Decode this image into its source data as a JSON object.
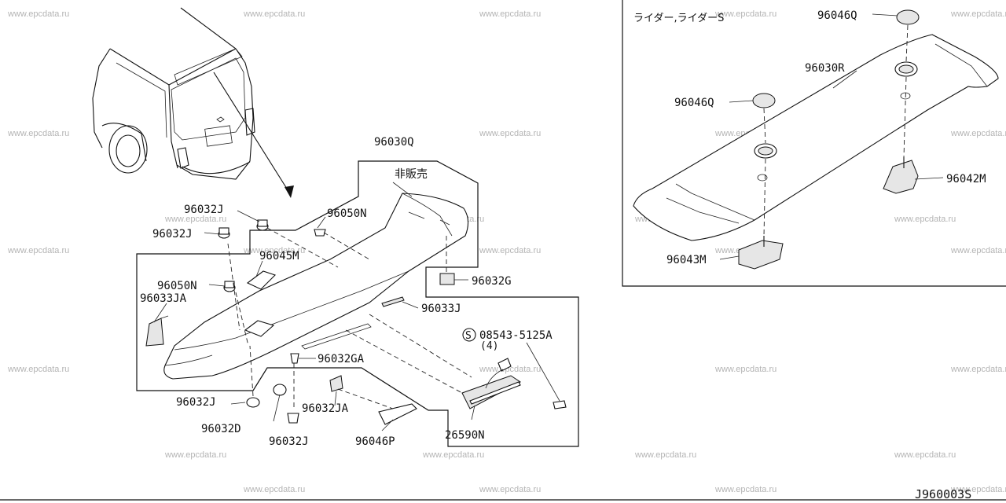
{
  "watermark": "www.epcdata.ru",
  "diagram_code": "J960003S",
  "inset": {
    "title": "ライダー,ライダーS",
    "labels": {
      "p96046Q_top": "96046Q",
      "p96030R": "96030R",
      "p96046Q_left": "96046Q",
      "p96042M": "96042M",
      "p96043M": "96043M"
    }
  },
  "main": {
    "labels": {
      "p96030Q": "96030Q",
      "not_for_sale": "非販売",
      "p96032J_1": "96032J",
      "p96032J_2": "96032J",
      "p96050N_1": "96050N",
      "p96045M": "96045M",
      "p96050N_2": "96050N",
      "p96033JA": "96033JA",
      "p96032G": "96032G",
      "p96033J": "96033J",
      "p08543": "08543-5125A",
      "qty": "(4)",
      "screw_symbol": "S",
      "p96032GA": "96032GA",
      "p96032J_3": "96032J",
      "p96032JA": "96032JA",
      "p96032D": "96032D",
      "p96032J_4": "96032J",
      "p96046P": "96046P",
      "p26590N": "26590N"
    }
  }
}
